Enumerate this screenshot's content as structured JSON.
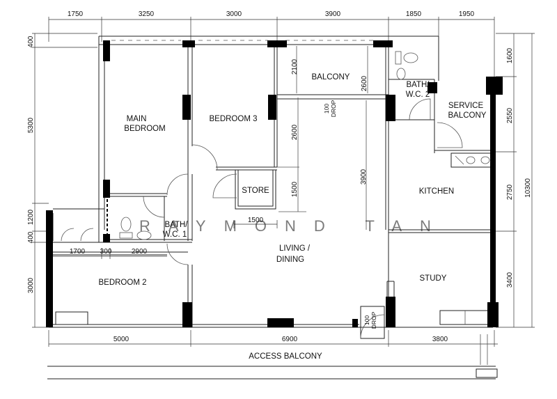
{
  "plan": {
    "top_dims": [
      "1750",
      "3250",
      "3000",
      "3900",
      "1850",
      "1950"
    ],
    "left_dims": [
      "400",
      "5300",
      "1200",
      "400",
      "3000"
    ],
    "right_dims": [
      "1600",
      "2550",
      "2750",
      "3400"
    ],
    "right_total": "10300",
    "bottom_dims": [
      "5000",
      "6900",
      "3800"
    ],
    "inner_dims": {
      "balcony_2100": "2100",
      "balcony_2600": "2600",
      "store_2600": "2600",
      "store_1500": "1500",
      "store_width": "1500",
      "living_3900": "3900",
      "bed2_1700": "1700",
      "bed2_300": "300",
      "bed2_2900": "2900"
    },
    "rooms": {
      "main_bedroom_1": "MAIN",
      "main_bedroom_2": "BEDROOM",
      "bedroom3": "BEDROOM 3",
      "balcony": "BALCONY",
      "bath2_1": "BATH/",
      "bath2_2": "W.C. 2",
      "service_1": "SERVICE",
      "service_2": "BALCONY",
      "store": "STORE",
      "kitchen": "KITCHEN",
      "bath1_1": "BATH/",
      "bath1_2": "W.C. 1",
      "living_1": "LIVING /",
      "living_2": "DINING",
      "bedroom2": "BEDROOM 2",
      "study": "STUDY",
      "access_balcony": "ACCESS BALCONY"
    },
    "drop_1": "100",
    "drop_2": "DROP",
    "drop2_1": "100",
    "drop2_2": "DROP",
    "watermark": "RAYMOND TAN"
  }
}
